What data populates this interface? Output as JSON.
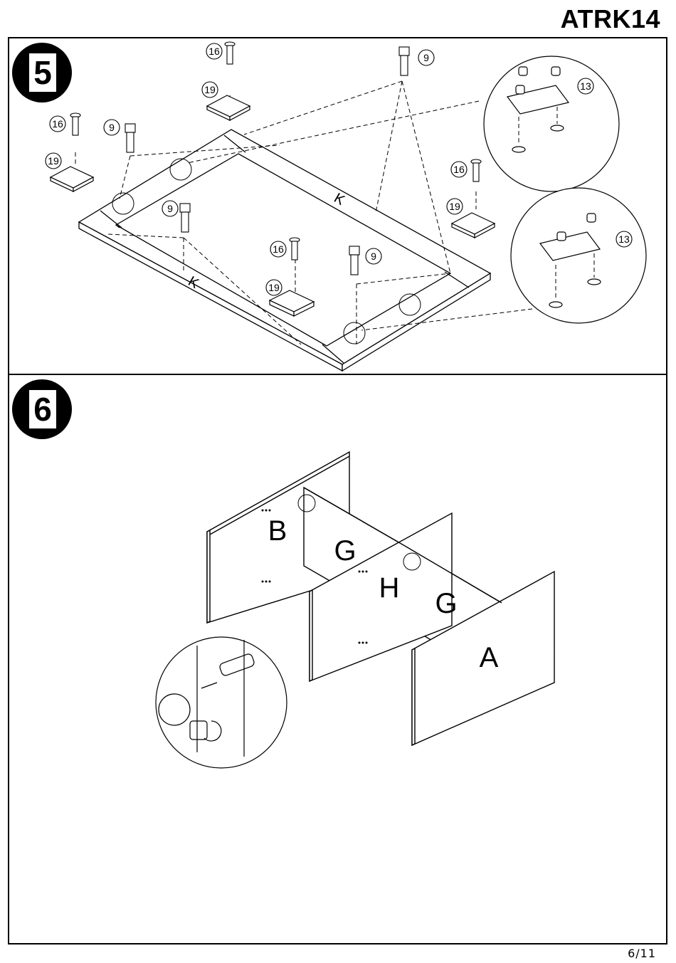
{
  "header": {
    "model_code": "ATRK14"
  },
  "steps": [
    {
      "number": "5",
      "callouts": {
        "screw": "16",
        "foot_pad": "19",
        "cam_bolt": "9",
        "connector": "13"
      },
      "panel_labels": {
        "frame_side": "K"
      }
    },
    {
      "number": "6",
      "panel_labels": {
        "back": "B",
        "divider_left": "G",
        "center": "H",
        "divider_right": "G",
        "front": "A"
      }
    }
  ],
  "footer": {
    "page": "6/11"
  }
}
